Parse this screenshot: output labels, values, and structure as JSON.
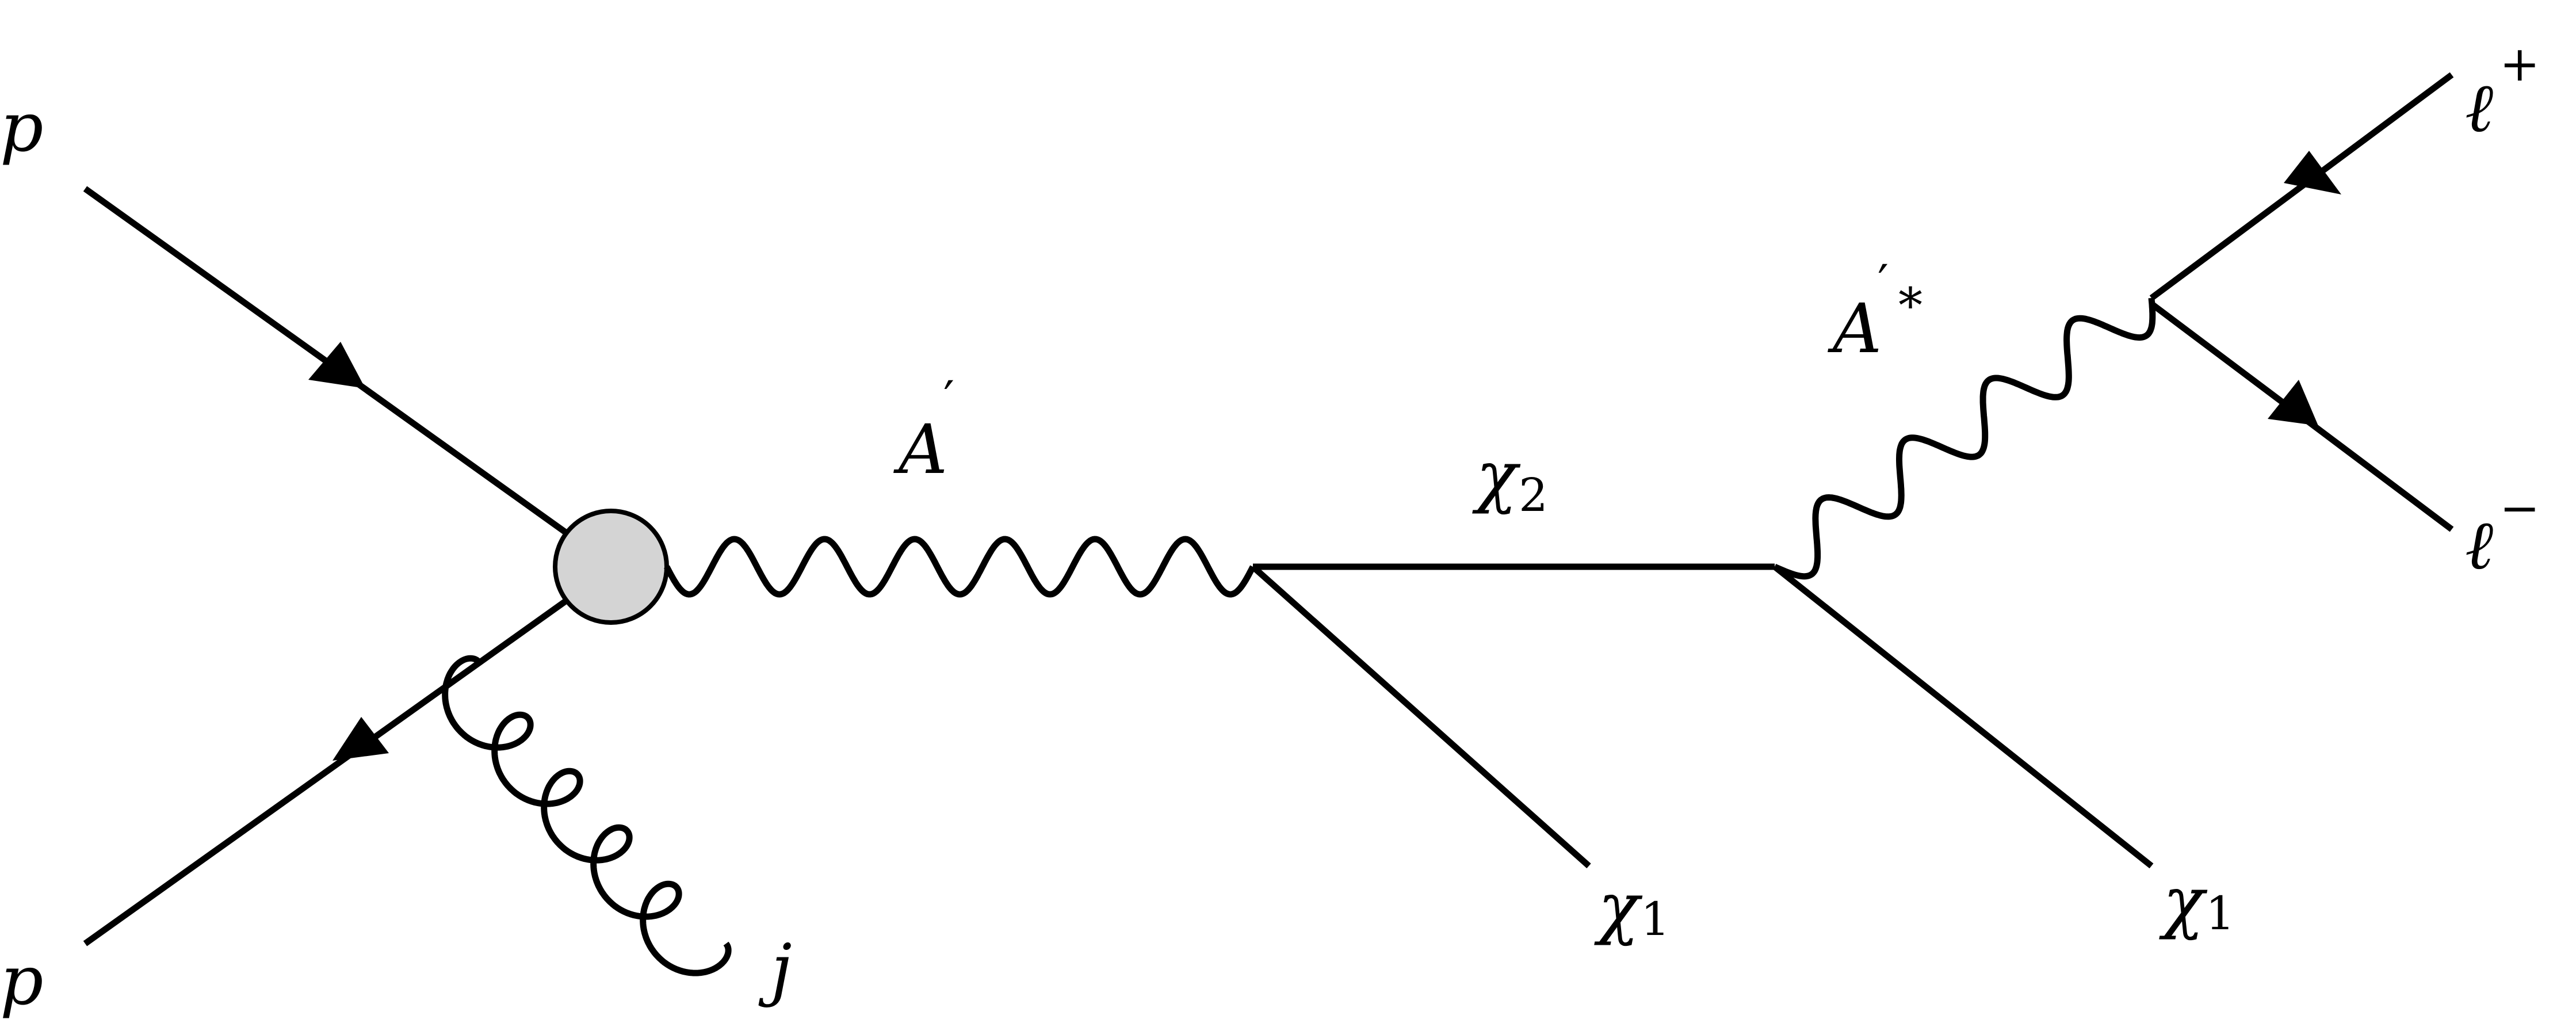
{
  "labels": {
    "p_top": "p",
    "p_bottom": "p",
    "jet": "j",
    "dark_photon": "A",
    "dark_photon_prime": "′",
    "offshell_dark_photon": "A",
    "offshell_dark_photon_prime": "′",
    "offshell_dark_photon_star": "*",
    "chi2_base": "χ",
    "chi2_sub": "2",
    "chi1_mid_base": "χ",
    "chi1_mid_sub": "1",
    "chi1_right_base": "χ",
    "chi1_right_sub": "1",
    "lepton_plus_base": "ℓ",
    "lepton_plus_sign": "+",
    "lepton_minus_base": "ℓ",
    "lepton_minus_sign": "−"
  },
  "colors": {
    "line": "#000000",
    "blob_fill": "#d4d4d4",
    "background": "#ffffff"
  }
}
